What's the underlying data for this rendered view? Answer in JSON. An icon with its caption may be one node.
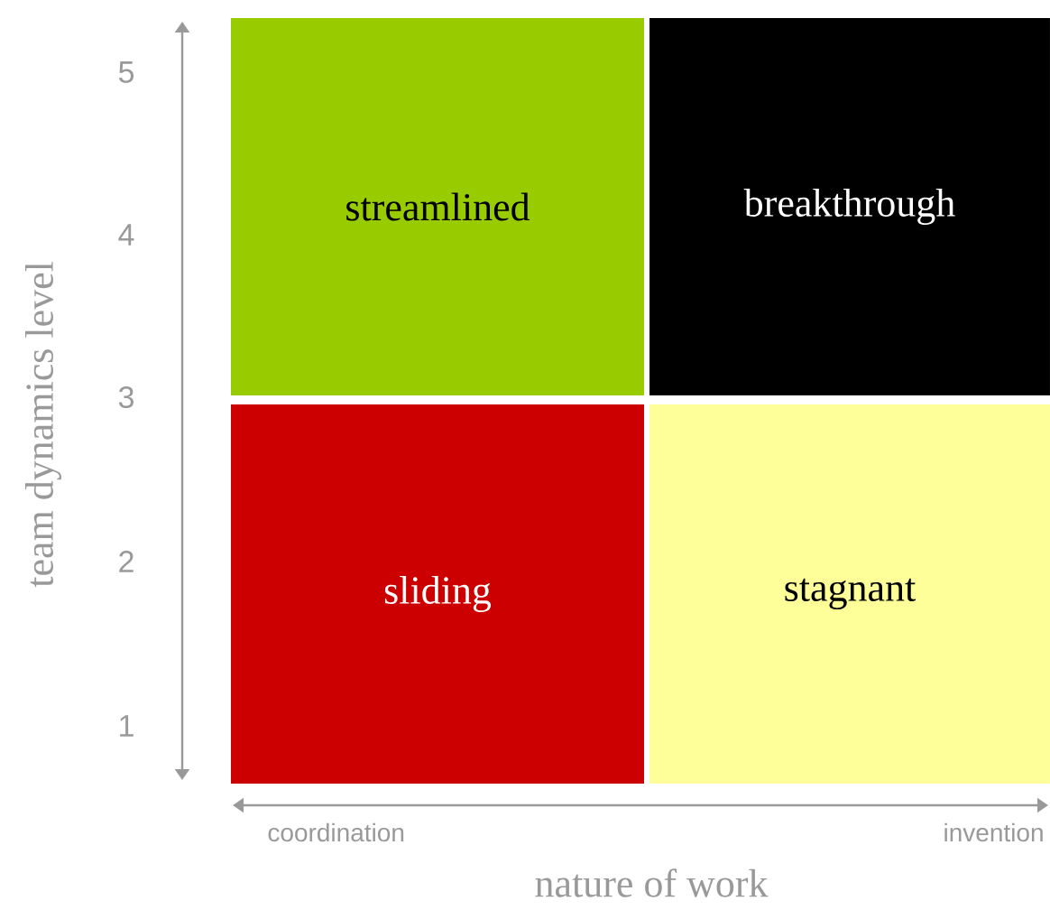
{
  "diagram": {
    "nodes": [
      {
        "text": [
          "streamlined"
        ]
      },
      {
        "text": [
          "breakthrough"
        ]
      },
      {
        "text": [
          "sliding"
        ]
      },
      {
        "text": [
          "stagnant"
        ]
      }
    ],
    "labels": [
      "5",
      "4",
      "3",
      "2",
      "1",
      "team dynamics level",
      "coordination",
      "invention",
      "nature of work"
    ]
  }
}
